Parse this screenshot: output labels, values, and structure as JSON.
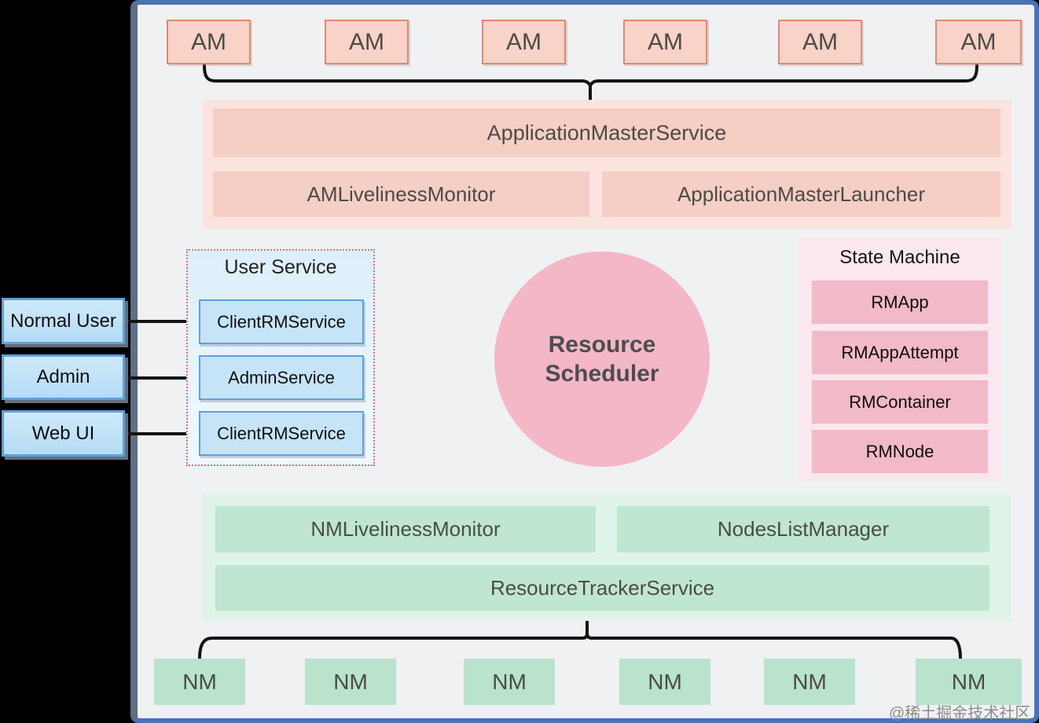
{
  "colors": {
    "backdrop": "#000000",
    "panel-bg": "#f0f1f3",
    "panel-border": "#4a72b4",
    "panel-border-left": "#5f6e87",
    "salmon-fill": "#f9d2c8",
    "salmon-border": "#dd8a72",
    "pink-group-bg": "#fbe4de",
    "pink-bar": "#f5cec6",
    "blue-fill": "#c6e4f8",
    "blue-border": "#5fa0d8",
    "user-service-bg": "#e6f3fc",
    "user-service-border": "#dd7083",
    "circle-fill": "#f4b7c7",
    "state-bg": "#fbe7ee",
    "state-bar": "#f2b9c8",
    "green-group-bg": "#e0f3e8",
    "green-bar": "#bfe6d0",
    "nm-fill": "#b9e3cc",
    "dark-text": "#4b4b44",
    "line": "#141414",
    "watermark": "#8b8b8b"
  },
  "top_row": {
    "am_label": "AM"
  },
  "am_service_group": {
    "service_bar": "ApplicationMasterService",
    "liveliness_bar": "AMLivelinessMonitor",
    "launcher_bar": "ApplicationMasterLauncher"
  },
  "clients": [
    {
      "label": "Normal User"
    },
    {
      "label": "Admin"
    },
    {
      "label": "Web UI"
    }
  ],
  "user_service": {
    "title": "User Service",
    "items": [
      {
        "label": "ClientRMService"
      },
      {
        "label": "AdminService"
      },
      {
        "label": "ClientRMService"
      }
    ]
  },
  "scheduler": {
    "label": "Resource Scheduler"
  },
  "state_machine": {
    "title": "State Machine",
    "items": [
      {
        "label": "RMApp"
      },
      {
        "label": "RMAppAttempt"
      },
      {
        "label": "RMContainer"
      },
      {
        "label": "RMNode"
      }
    ]
  },
  "nm_service_group": {
    "nm_liveliness_bar": "NMLivelinessMonitor",
    "nodes_list_bar": "NodesListManager",
    "tracker_bar": "ResourceTrackerService"
  },
  "bottom_row": {
    "nm_label": "NM"
  },
  "watermark": "@稀土掘金技术社区"
}
